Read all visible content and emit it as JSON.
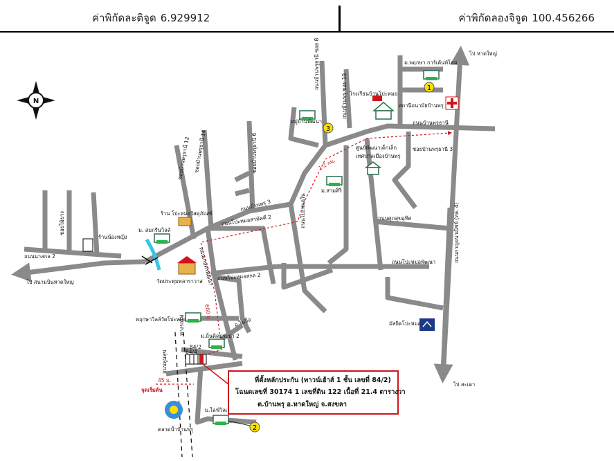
{
  "header": {
    "latitude_label": "ค่าพิกัดละติจูด",
    "latitude_value": "6.929912",
    "longitude_label": "ค่าพิกัดลองจิจูด",
    "longitude_value": "100.456266"
  },
  "compass": {
    "north": "N"
  },
  "labels": {
    "village_pruksa": "ม.พฤกษา การ์เด้นท์โฮม",
    "to_hatyai_north": "ไป หาดใหญ่",
    "school": "โรงเรียนบ้านโปะหมอ",
    "health_station": "สถานีอนามัยบ้านพรุ",
    "soi_8": "ถนนบ้านพรุธานี ซอย 8",
    "soi_10": "ถนนบ้านพรุ ซอย 10",
    "moo_pattana": "หมู่บ้านพัฒนา",
    "road_ban_pru_thani": "ถนนบ้านพรุธานี",
    "childcare_1": "ศูนย์พัฒนาเด็กเล็ก",
    "childcare_2": "เทศบาลเมืองบ้านพรุ",
    "soi_3": "ซอยบ้านพรุธานี 3",
    "soi_14": "ซอยบ้านพรุธานี 14",
    "soi_12": "ซอยบ้านพรุธานี 12",
    "soi_6": "ซอยบ้านพรุธานี 6",
    "moo_samsiri": "ม.สามศิริ",
    "road_ban_pru_3": "ถนนบ้านพรุ 3",
    "shop": "ร้าน โปะหมอวัสดุภัณฑ์",
    "moo_somkwan": "ม. สมกรีนวิลล์",
    "road_popomo_2": "ถนนโปะหมอสามัคคี 2",
    "road_pomo_nai": "ถนนโปะหมอใน",
    "road_kaset": "ถนนเกษตรพัฒนา",
    "road_pomo_sakol_2": "ถนนโปะหมอสกล 2",
    "road_popomo_pattana": "ถนนโปะหมอพัฒนา",
    "road_sukhumvit": "ถนนศุภสุขอุทิศ",
    "road_karnchanavanich": "ถนนกาญจนวณิชย์ (ทล. 4)",
    "soi_maiyara": "ซอยไม้ยาง",
    "shop_nong": "ร้านน้องหญิง",
    "road_nam_sakol": "ถนนนาสกล 2",
    "to_airport": "ไป สนามบินหาดใหญ่",
    "wat": "วัดประทุมพลาราวาส",
    "road_pru_thai": "ถนนพรุไทย",
    "pruksa_ville": "พฤกษาวิลล์วัดโปะหมอ",
    "moo_thinkitpasa": "ม.ถิ่นคิดประปา 2",
    "road_maisue": "ถ.ไม่ยื่อ",
    "road_railway": "ทางรถไฟ",
    "road_poomsuk": "ถนนพูมสุข",
    "house_84_2": "84/2",
    "house_84_4": "84/4",
    "distance_45": "45 ม.",
    "distance_600": "600 ม.",
    "distance_1200": "1.2 กม.",
    "start_point": "จุดเริ่มต้น",
    "moo_life": "ม.ไลฟ์วิลเลจ",
    "market": "ตลาดน้ำบ้านพรุ",
    "mosque": "มัสยิดโปะหมอ",
    "to_sadao": "ไป สะเดา",
    "marker_1": "1",
    "marker_2": "2",
    "marker_3": "3"
  },
  "info_box": {
    "line1": "ที่ตั้งหลักประกัน (ทาวน์เฮ้าส์ 1 ชั้น เลขที่ 84/2)",
    "line2": "โฉนดเลขที่ 30174 1 เลขที่ดิน 122 เนื้อที่ 21.4 ตารางวา",
    "line3": "ต.บ้านพรุ อ.หาดใหญ่ จ.สงขลา"
  },
  "colors": {
    "road": "#8a8a8a",
    "route": "#d0141a",
    "river": "#33c6e8",
    "marker": "#ffe000"
  }
}
